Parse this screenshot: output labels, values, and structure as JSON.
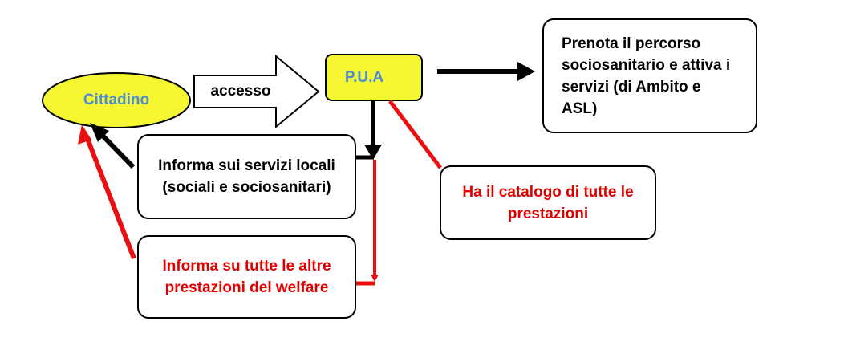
{
  "nodes": {
    "cittadino": "Cittadino",
    "accesso": "accesso",
    "pua": "P.U.A",
    "prenota": "Prenota il percorso sociosanitario e attiva i servizi (di Ambito e ASL)",
    "informa_servizi": "Informa sui servizi locali (sociali e sociosanitari)",
    "catalogo": "Ha il catalogo di tutte le prestazioni",
    "informa_welfare": "Informa su tutte le altre prestazioni del welfare"
  },
  "colors": {
    "black": "#000000",
    "red": "#e81010",
    "yellow": "#f4f731",
    "blue_text": "#4f8cd0",
    "red_text": "#e00000"
  }
}
